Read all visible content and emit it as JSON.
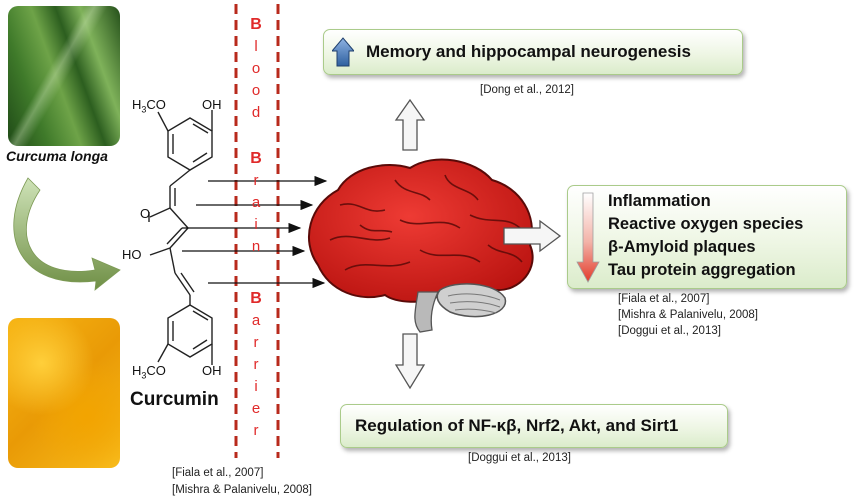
{
  "source": {
    "species": "Curcuma longa",
    "compound": "Curcumin",
    "structure_labels": {
      "methoxy_top": "H3CO",
      "hydroxyl_top": "OH",
      "ketone": "O",
      "enol": "HO",
      "methoxy_bottom": "H3CO",
      "hydroxyl_bottom": "OH"
    }
  },
  "barrier": {
    "words": [
      "Blood",
      "Brain",
      "Barrier"
    ],
    "color": "#e02a2a"
  },
  "effects": {
    "memory": {
      "label": "Memory and hippocampal neurogenesis",
      "direction_icon": "up-arrow-icon",
      "reference": "[Dong et al., 2012]"
    },
    "reduced": {
      "items": [
        "Inflammation",
        "Reactive oxygen species",
        "β-Amyloid plaques",
        "Tau protein aggregation"
      ],
      "direction_icon": "down-arrow-icon",
      "references": [
        "[Fiala et al., 2007]",
        "[Mishra & Palanivelu, 2008]",
        "[Doggui et al., 2013]"
      ]
    },
    "regulation": {
      "label": "Regulation of NF-κβ, Nrf2, Akt, and Sirt1",
      "reference": "[Doggui et al., 2013]"
    }
  },
  "barrier_references": [
    "[Fiala et al., 2007]",
    "[Mishra & Palanivelu, 2008]"
  ],
  "colors": {
    "brain": "#d81e1e",
    "box_fill": "#e4f0d6",
    "up_arrow": "#3b6fb0",
    "down_arrow": "#e23a2a"
  }
}
